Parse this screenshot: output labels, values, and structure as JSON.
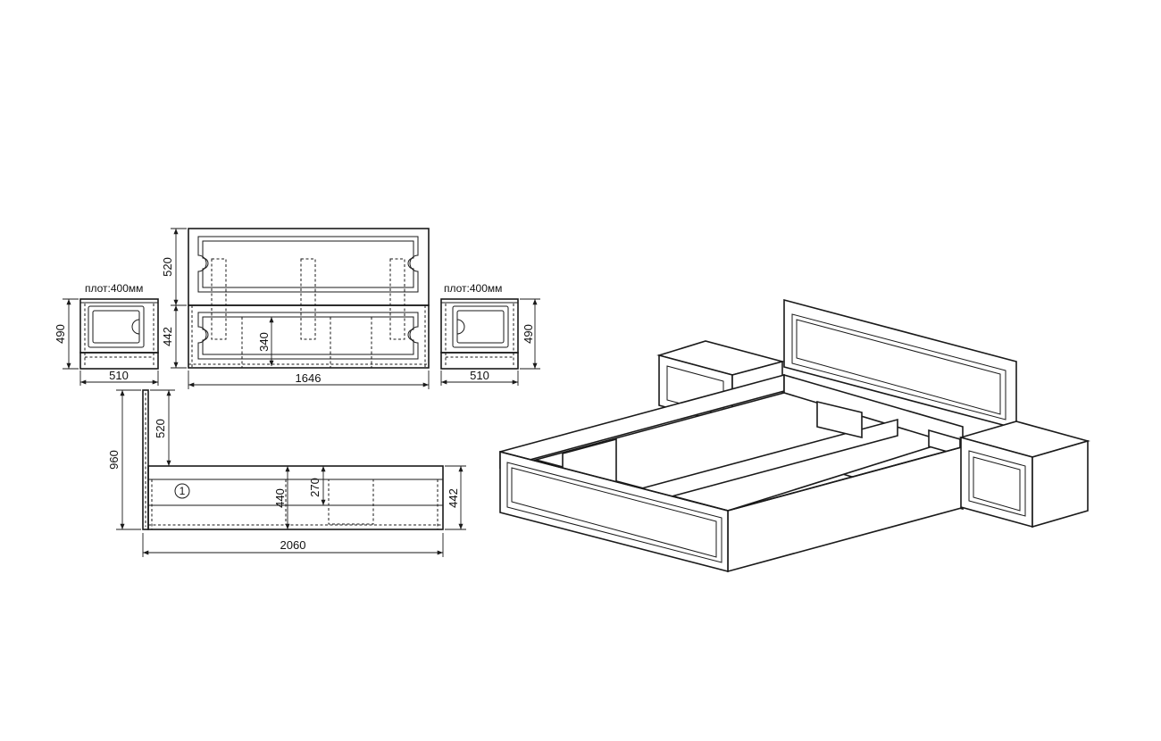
{
  "nightstand_left": {
    "note": "плот:400мм",
    "height": "490",
    "width": "510"
  },
  "headboard": {
    "panel_height": "520",
    "frame_height": "442",
    "inner_height": "340",
    "width": "1646"
  },
  "nightstand_right": {
    "note": "плот:400мм",
    "height": "490",
    "width": "510"
  },
  "side_view": {
    "total_height": "960",
    "headboard_height": "520",
    "frame_height": "442",
    "inner_height": "440",
    "slat_height": "270",
    "length": "2060",
    "part_marker": "1"
  }
}
